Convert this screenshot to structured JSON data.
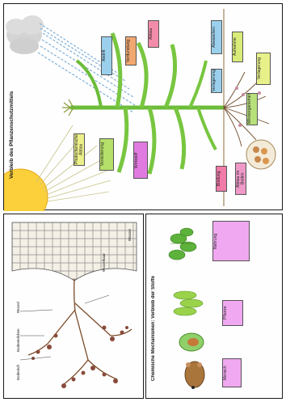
{
  "panel_a": {
    "title": "Verbleib des Pflanzenschutzmittels",
    "boxes": [
      {
        "text": "Abdrift",
        "color": "#9ad0ec"
      },
      {
        "text": "Verdunstung",
        "color": "#f1a870"
      },
      {
        "text": "Abbau",
        "color": "#f28ca8"
      },
      {
        "text": "Abwaschen",
        "color": "#9ad0ec"
      },
      {
        "text": "Aufnahme",
        "color": "#d9ec7a"
      },
      {
        "text": "Verlagerung",
        "color": "#e8f08a"
      },
      {
        "text": "Abbau im Boden",
        "color": "#ee99c8"
      },
      {
        "text": "Photochemischer Abbau",
        "color": "#ecf08a"
      },
      {
        "text": "Versickerung",
        "color": "#b5e06a"
      },
      {
        "text": "Wirkstoff",
        "color": "#e07ae0"
      },
      {
        "text": "Bindung",
        "color": "#f07aa8"
      },
      {
        "text": "Verlagerung",
        "color": "#9ad0ec"
      },
      {
        "text": "Mikroorganismen",
        "color": "#b7e07a"
      }
    ]
  },
  "panel_b": {
    "labels": [
      "Wurzelhaar",
      "Wurzel",
      "Bodenteilchen",
      "Bodenluft",
      "Wasser"
    ]
  },
  "panel_c": {
    "title": "Chemische Mechanismen: Verbleib der Stoffe",
    "boxes": [
      {
        "text": "Nahrung",
        "color": "#f0a8f0"
      },
      {
        "text": "Pflanze",
        "color": "#f0a8f0"
      },
      {
        "text": "Mensch",
        "color": "#f0a8f0"
      }
    ]
  }
}
